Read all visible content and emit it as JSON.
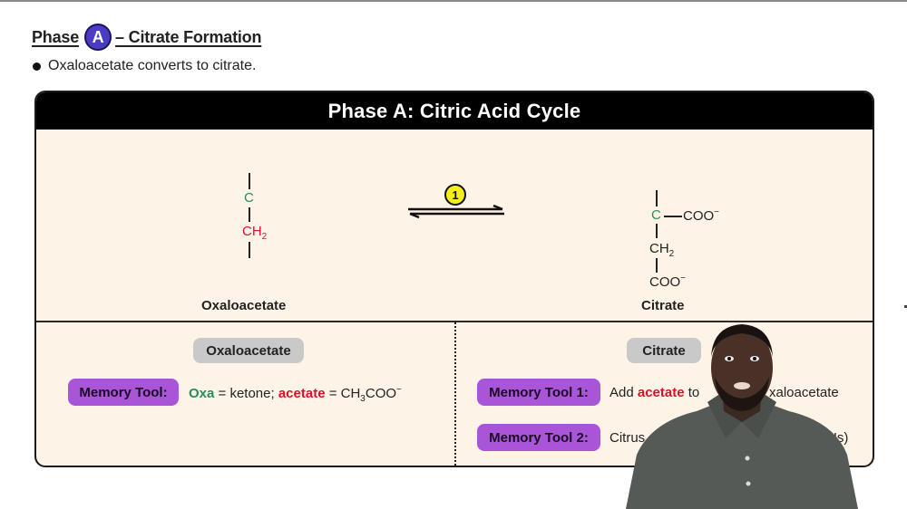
{
  "heading": {
    "prefix": "Phase",
    "badge": "A",
    "suffix": "– Citrate Formation"
  },
  "bullet": {
    "text": "Oxaloacetate converts to citrate."
  },
  "card": {
    "title": "Phase A: Citric Acid Cycle",
    "reaction": {
      "step_number": "1",
      "left_molecule": {
        "name": "Oxaloacetate",
        "atoms": {
          "c": "C",
          "ch2": "CH",
          "ch2_sub": "2"
        }
      },
      "right_molecule": {
        "name": "Citrate",
        "atoms": {
          "c": "C",
          "coo_top": "COO",
          "coo_top_charge": "−",
          "ch2": "CH",
          "ch2_sub": "2",
          "coo_bottom": "COO",
          "coo_bottom_charge": "−"
        }
      }
    },
    "left_panel": {
      "pill": "Oxaloacetate",
      "memory_tool": {
        "label": "Memory Tool:",
        "oxa": "Oxa",
        "eq1": " = ketone; ",
        "acetate": "acetate",
        "eq2": " = CH",
        "sub": "3",
        "tail": "COO",
        "charge": "−"
      }
    },
    "right_panel": {
      "pill": "Citrate",
      "memory_tool_1": {
        "label": "Memory Tool 1:",
        "pre": "Add ",
        "acetate": "acetate",
        "post": " to",
        "tail": "xaloacetate"
      },
      "memory_tool_2": {
        "label": "Memory Tool 2:",
        "pre": "Citrus",
        "tail": "Hs)"
      }
    }
  },
  "colors": {
    "card_bg": "#fdf3e6",
    "header_bg": "#000000",
    "phase_badge": "#4b3cc4",
    "step_badge": "#f5ee1a",
    "memory_pill": "#a855d8",
    "name_pill": "#c9c9c9",
    "green_atom": "#2e8b57",
    "red_atom": "#d6112b"
  }
}
